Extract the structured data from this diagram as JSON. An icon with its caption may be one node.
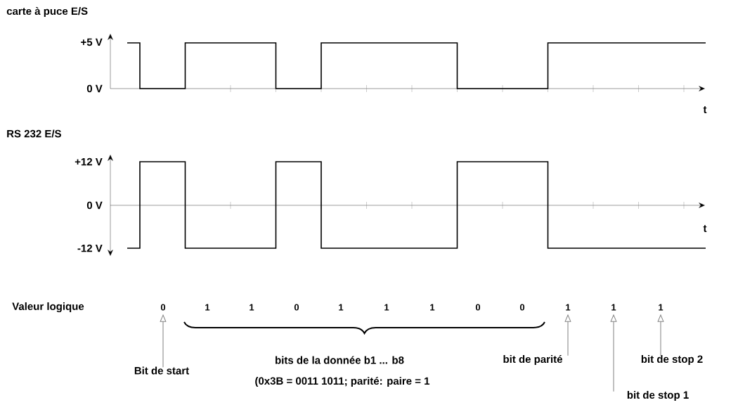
{
  "diagram": {
    "nodes": [
      {
        "text": [
          "0"
        ]
      },
      {
        "text": [
          "1"
        ]
      },
      {
        "text": [
          "1"
        ]
      },
      {
        "text": [
          "0"
        ]
      },
      {
        "text": [
          "1"
        ]
      },
      {
        "text": [
          "1"
        ]
      },
      {
        "text": [
          "1"
        ]
      },
      {
        "text": [
          "0"
        ]
      },
      {
        "text": [
          "0"
        ]
      },
      {
        "text": [
          "1"
        ]
      },
      {
        "text": [
          "1"
        ]
      },
      {
        "text": [
          "1"
        ]
      },
      {
        "text": [
          "Bit de start"
        ]
      },
      {
        "text": [
          "bit de parité"
        ]
      },
      {
        "text": [
          "bit de stop 2"
        ]
      },
      {
        "text": [
          "bit de stop 1"
        ]
      }
    ],
    "edges": [
      {
        "from": 12,
        "to": 0,
        "arrow": "to"
      },
      {
        "from": 13,
        "to": 9,
        "arrow": "to"
      },
      {
        "from": 15,
        "to": 10,
        "arrow": "to"
      },
      {
        "from": 14,
        "to": 11,
        "arrow": "to"
      }
    ],
    "labels": [
      "carte à puce E/S",
      "+5 V",
      "0 V",
      "t",
      "RS 232 E/S",
      "+12 V",
      "0 V",
      "-12 V",
      "t",
      "Valeur logique",
      "bits de la donnée b1 ... b8",
      "(0x3B = 0011 1011; parité: paire = 1"
    ]
  }
}
